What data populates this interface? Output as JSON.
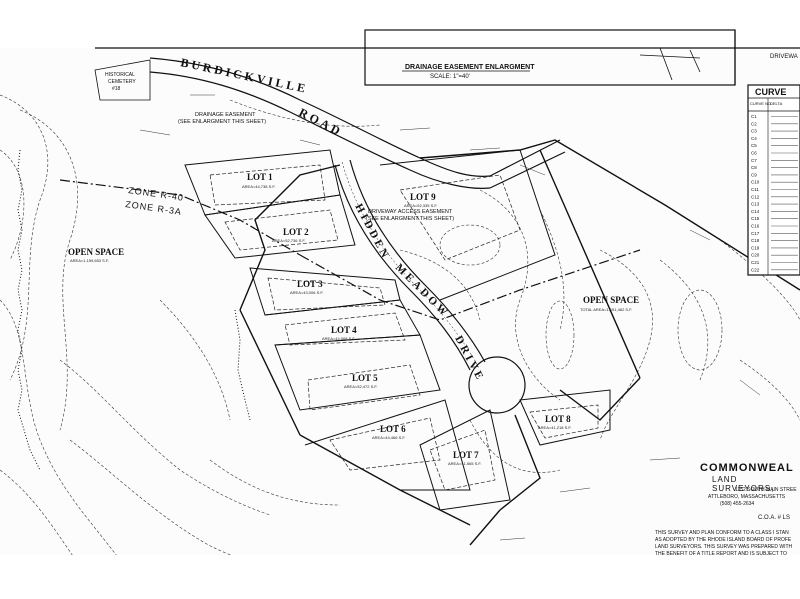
{
  "road": {
    "name_top": "BURDICKVILLE",
    "name_road": "ROAD",
    "name_hidden": "HIDDEN",
    "name_meadow": "MEADOW",
    "name_drive": "DRIVE"
  },
  "drainage_enlargement": {
    "title": "DRAINAGE EASEMENT ENLARGMENT",
    "scale": "SCALE: 1\"=40'"
  },
  "notes": {
    "drainage_easement": "DRAINAGE EASEMENT",
    "drainage_see": "(SEE ENLARGMENT THIS SHEET)",
    "driveway_easement": "DRIVEWAY ACCESS EASEMENT",
    "driveway_see": "(SEE ENLARGMENT THIS SHEET)",
    "historical": "HISTORICAL",
    "cemetery": "CEMETERY",
    "cemetery_no": "#18",
    "zone_a": "ZONE R-40",
    "zone_b": "ZONE R-3A"
  },
  "open_space_left": {
    "label": "OPEN SPACE",
    "area": "AREA=1,159,653 S.F."
  },
  "open_space_right": {
    "label": "OPEN SPACE",
    "area": "TOTAL AREA=1,151,462 S.F."
  },
  "lots": [
    {
      "label": "LOT 1",
      "area": "AREA=44,738 S.F."
    },
    {
      "label": "LOT 2",
      "area": "AREA=52,736 S.F."
    },
    {
      "label": "LOT 3",
      "area": "AREA=43,006 S.F."
    },
    {
      "label": "LOT 4",
      "area": "AREA=44,008 S.F."
    },
    {
      "label": "LOT 5",
      "area": "AREA=52,472 S.F."
    },
    {
      "label": "LOT 6",
      "area": "AREA=44,466 S.F."
    },
    {
      "label": "LOT 7",
      "area": "AREA=41,565 S.F."
    },
    {
      "label": "LOT 8",
      "area": "AREA=41,218 S.F."
    },
    {
      "label": "LOT 9",
      "area": "AREA=52,335 S.F."
    }
  ],
  "curve_table": {
    "title": "CURVE",
    "col_no": "CURVE NO.",
    "col_delta": "DELTA",
    "rows": [
      "C1",
      "C2",
      "C3",
      "C4",
      "C5",
      "C6",
      "C7",
      "C8",
      "C9",
      "C10",
      "C11",
      "C12",
      "C13",
      "C14",
      "C15",
      "C16",
      "C17",
      "C18",
      "C19",
      "C20",
      "C21",
      "C22"
    ]
  },
  "company": {
    "name": "COMMONWEAL",
    "sub": "LAND SURVEYORS,",
    "address": "1152 SOUTH MAIN STREE",
    "city": "ATTLEBORO, MASSACHUSETTS",
    "phone": "(508) 455-2634",
    "coa": "C.O.A. # LS"
  },
  "disclaimer": {
    "line1": "THIS SURVEY AND PLAN CONFORM TO A CLASS I STAN",
    "line2": "AS ADOPTED BY THE RHODE ISLAND BOARD OF PROFE",
    "line3": "LAND SURVEYORS. THIS SURVEY WAS PREPARED WITH",
    "line4": "THE BENEFIT OF A TITLE REPORT AND IS SUBJECT TO"
  },
  "misc": {
    "top_right": "DRIVEWA"
  }
}
